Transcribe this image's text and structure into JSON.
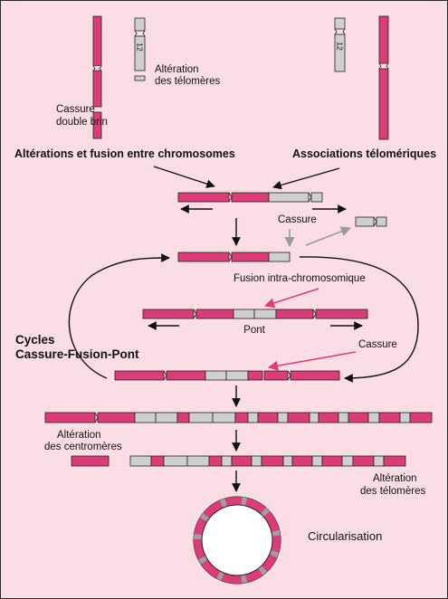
{
  "colors": {
    "background": "#fbdde6",
    "border": "#2a2a2a",
    "magenta": "#dc3d79",
    "gray_segment": "#cfcfcf",
    "gray_arrow": "#9a9a9a",
    "black_arrow": "#111111"
  },
  "labels": {
    "chromosome_number_left": "12",
    "chromosome_number_right": "12",
    "telomere_alteration_top_l1": "Altération",
    "telomere_alteration_top_l2": "des télomères",
    "double_break_l1": "Cassure",
    "double_break_l2": "double brin",
    "heading_left": "Altérations et fusion entre chromosomes",
    "heading_right": "Associations télomériques",
    "break_1": "Cassure",
    "intra_fusion": "Fusion intra-chromosomique",
    "bridge": "Pont",
    "break_2": "Cassure",
    "cycles_l1": "Cycles",
    "cycles_l2": "Cassure-Fusion-Pont",
    "centromere_alteration_l1": "Altération",
    "centromere_alteration_l2": "des centromères",
    "telomere_alteration_bottom_l1": "Altération",
    "telomere_alteration_bottom_l2": "des télomères",
    "circularisation": "Circularisation"
  }
}
